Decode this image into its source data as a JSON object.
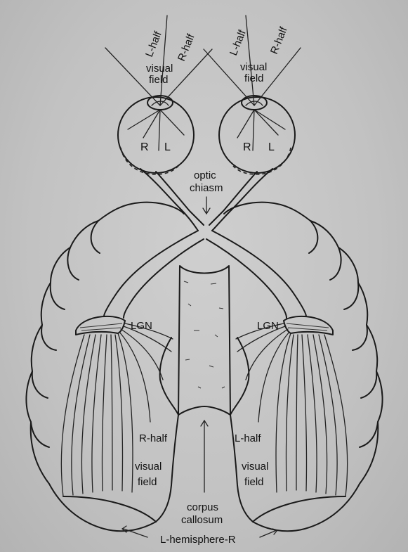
{
  "labels": {
    "left_eye": {
      "field_left": "L-half",
      "field_right": "R-half",
      "field_1": "visual",
      "field_2": "field",
      "retina_left": "R",
      "retina_right": "L"
    },
    "right_eye": {
      "field_left": "L-half",
      "field_right": "R-half",
      "field_1": "visual",
      "field_2": "field",
      "retina_left": "R",
      "retina_right": "L"
    },
    "optic_chiasm_1": "optic",
    "optic_chiasm_2": "chiasm",
    "lgn_left": "LGN",
    "lgn_right": "LGN",
    "cortex_left": {
      "half": "R-half",
      "field_1": "visual",
      "field_2": "field"
    },
    "cortex_right": {
      "half": "L-half",
      "field_1": "visual",
      "field_2": "field"
    },
    "corpus_callosum_1": "corpus",
    "corpus_callosum_2": "callosum",
    "hemisphere": "L-hemisphere-R"
  },
  "colors": {
    "background": "#c4c4c4",
    "ink": "#1a1a1a",
    "corpus_fill": "#d8d8d8"
  }
}
